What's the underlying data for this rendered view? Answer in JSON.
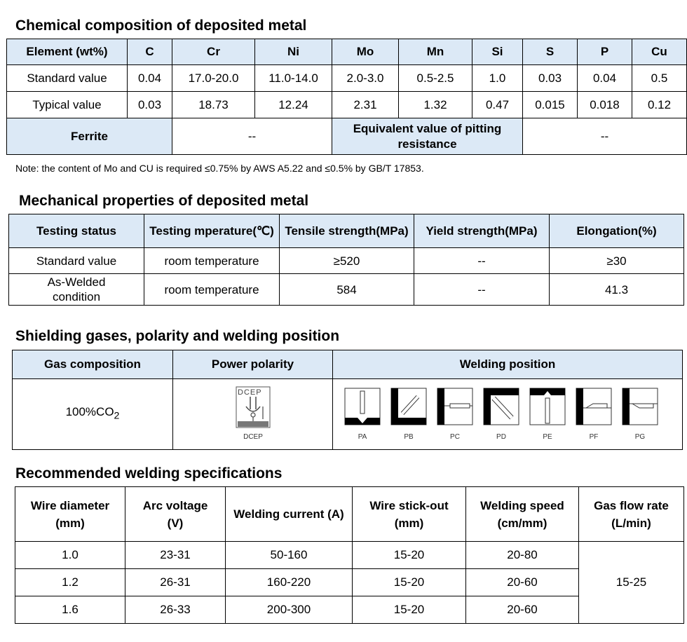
{
  "chem": {
    "title": "Chemical composition of deposited metal",
    "headers": [
      "Element (wt%)",
      "C",
      "Cr",
      "Ni",
      "Mo",
      "Mn",
      "Si",
      "S",
      "P",
      "Cu"
    ],
    "rows": [
      [
        "Standard value",
        "0.04",
        "17.0-20.0",
        "11.0-14.0",
        "2.0-3.0",
        "0.5-2.5",
        "1.0",
        "0.03",
        "0.04",
        "0.5"
      ],
      [
        "Typical value",
        "0.03",
        "18.73",
        "12.24",
        "2.31",
        "1.32",
        "0.47",
        "0.015",
        "0.018",
        "0.12"
      ]
    ],
    "ferrite_label": "Ferrite",
    "ferrite_value": "--",
    "pitting_label": "Equivalent value of pitting resistance",
    "pitting_value": "--",
    "note": "Note: the content of Mo and CU is required ≤0.75% by AWS A5.22 and ≤0.5% by GB/T 17853."
  },
  "mech": {
    "title": "Mechanical properties of deposited metal",
    "headers": [
      "Testing status",
      "Testing mperature(℃)",
      "Tensile strength(MPa)",
      "Yield strength(MPa)",
      "Elongation(%)"
    ],
    "rows": [
      [
        "Standard value",
        "room temperature",
        "≥520",
        "--",
        "≥30"
      ],
      [
        "As-Welded condition",
        "room temperature",
        "584",
        "--",
        "41.3"
      ]
    ]
  },
  "gas": {
    "title": "Shielding gases, polarity and welding position",
    "headers": [
      "Gas composition",
      "Power polarity",
      "Welding position"
    ],
    "gas_value": "100%CO",
    "gas_subscript": "2",
    "polarity_icon_text": "DCEP",
    "polarity_caption": "DCEP",
    "positions": [
      "PA",
      "PB",
      "PC",
      "PD",
      "PE",
      "PF",
      "PG"
    ]
  },
  "spec": {
    "title": "Recommended welding specifications",
    "headers": [
      "Wire diameter (mm)",
      "Arc voltage (V)",
      "Welding current (A)",
      "Wire stick-out (mm)",
      "Welding speed (cm/mm)",
      "Gas flow rate (L/min)"
    ],
    "rows": [
      [
        "1.0",
        "23-31",
        "50-160",
        "15-20",
        "20-80"
      ],
      [
        "1.2",
        "26-31",
        "160-220",
        "15-20",
        "20-60"
      ],
      [
        "1.6",
        "26-33",
        "200-300",
        "15-20",
        "20-60"
      ]
    ],
    "gas_flow": "15-25"
  }
}
